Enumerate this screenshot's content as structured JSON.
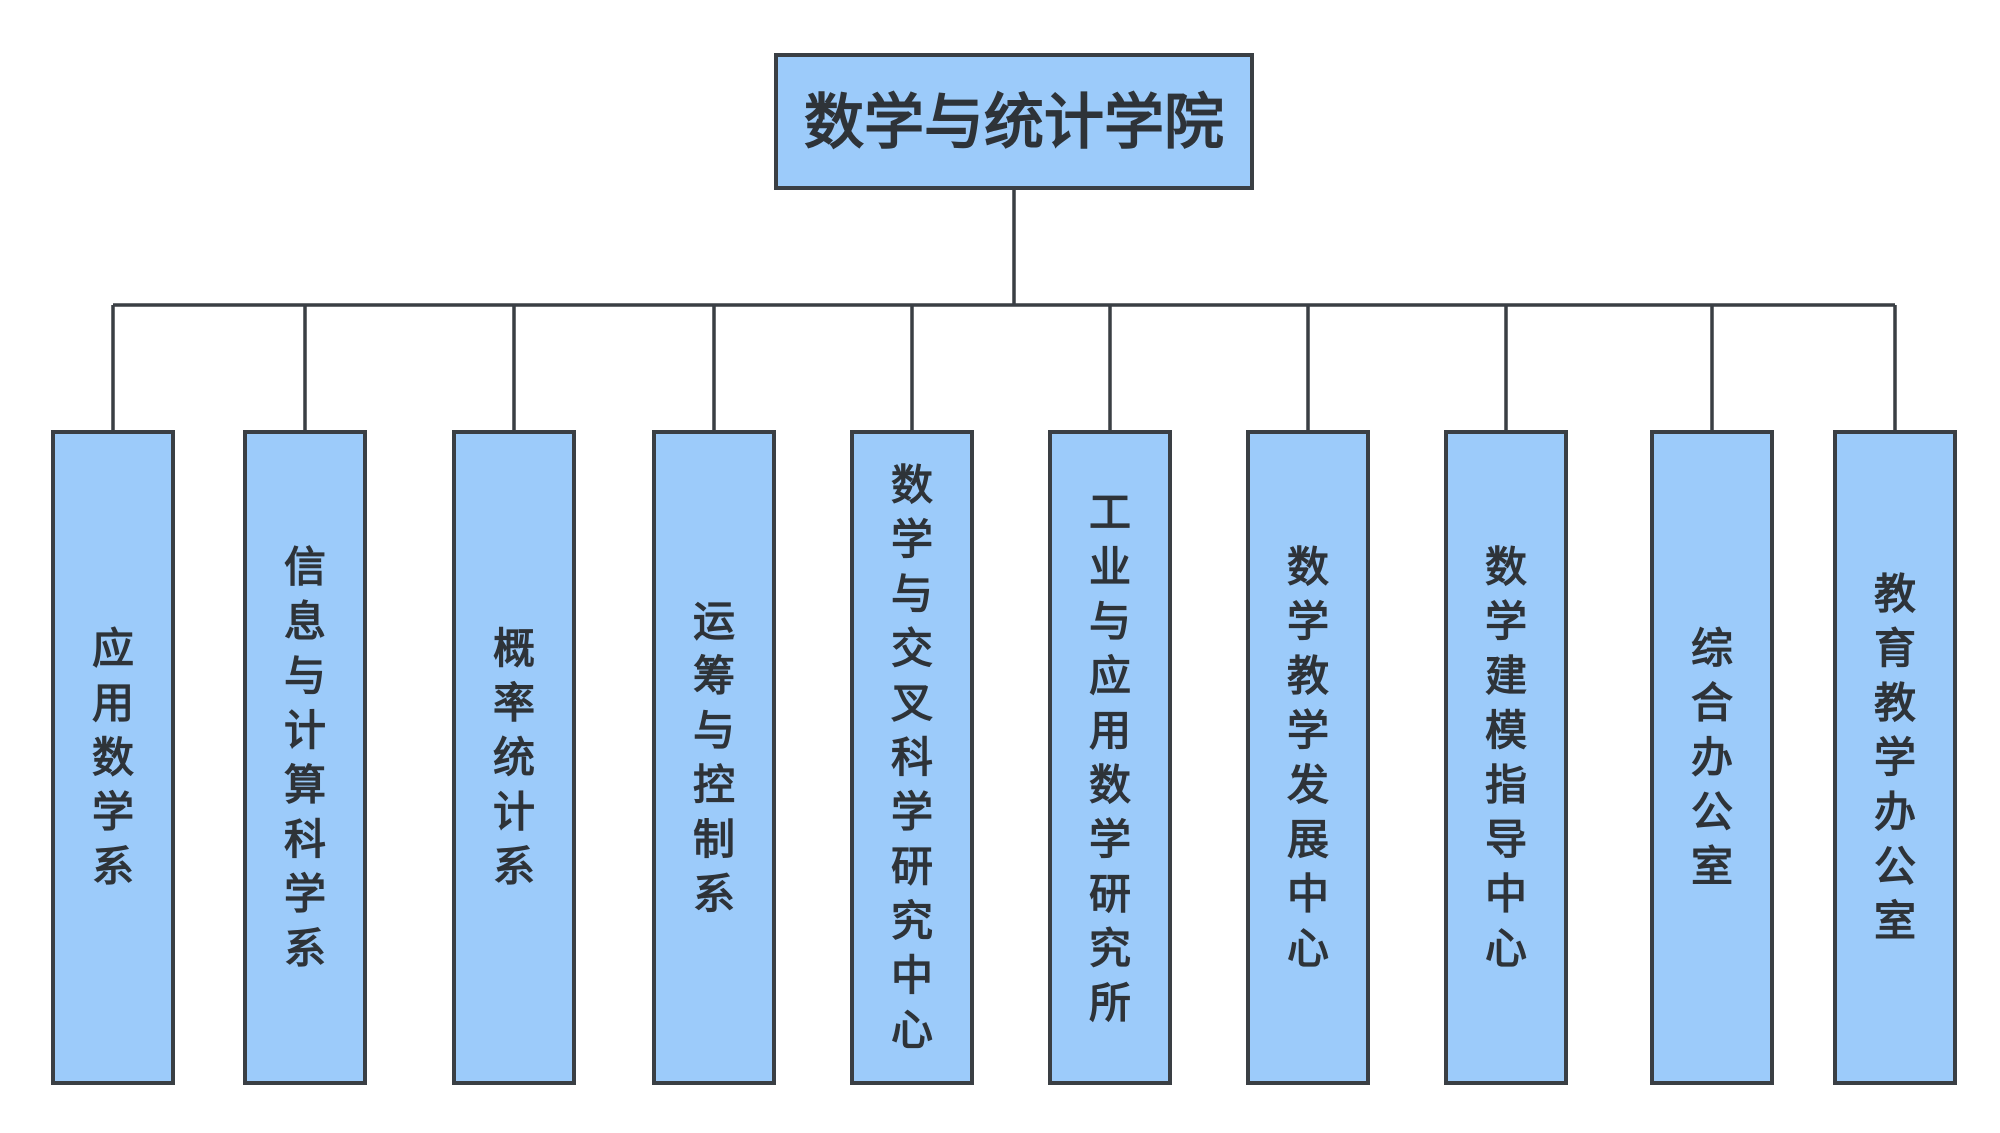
{
  "root": {
    "label": "数学与统计学院"
  },
  "children": [
    {
      "key": "applied-math",
      "label": "应用数学系"
    },
    {
      "key": "info-computing",
      "label": "信息与计算科学系"
    },
    {
      "key": "probability-stats",
      "label": "概率统计系"
    },
    {
      "key": "operations-control",
      "label": "运筹与控制系"
    },
    {
      "key": "interdisciplinary-center",
      "label": "数学与交叉科学研究中心"
    },
    {
      "key": "industrial-math-institute",
      "label": "工业与应用数学研究所"
    },
    {
      "key": "math-teaching-center",
      "label": "数学教学发展中心"
    },
    {
      "key": "modeling-center",
      "label": "数学建模指导中心"
    },
    {
      "key": "general-office",
      "label": "综合办公室"
    },
    {
      "key": "education-office",
      "label": "教育教学办公室"
    }
  ],
  "colors": {
    "node_fill": "#9ccbfa",
    "node_stroke": "#3a3f44",
    "connector": "#3a3f44",
    "text": "#2e3338"
  }
}
